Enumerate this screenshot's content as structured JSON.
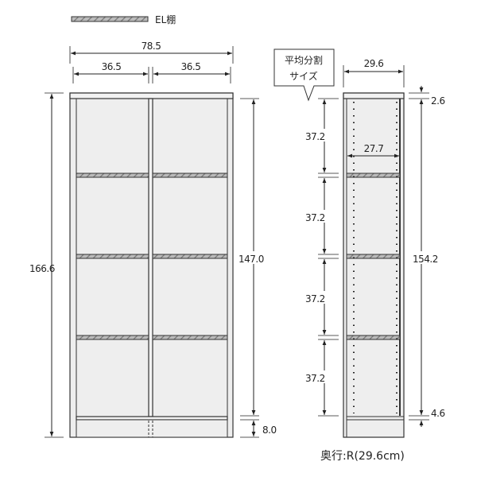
{
  "legend": {
    "label": "EL棚"
  },
  "front": {
    "total_width": "78.5",
    "left_width": "36.5",
    "right_width": "36.5",
    "total_height": "166.6",
    "inner_height": "147.0",
    "plinth_height": "8.0"
  },
  "side": {
    "callout_line1": "平均分割",
    "callout_line2": "サイズ",
    "depth": "29.6",
    "inner_depth": "27.7",
    "top_thickness": "2.6",
    "inner_height": "154.2",
    "bottom_gap": "4.6",
    "section_heights": [
      "37.2",
      "37.2",
      "37.2",
      "37.2"
    ],
    "depth_note": "奥行:R(29.6cm)"
  }
}
